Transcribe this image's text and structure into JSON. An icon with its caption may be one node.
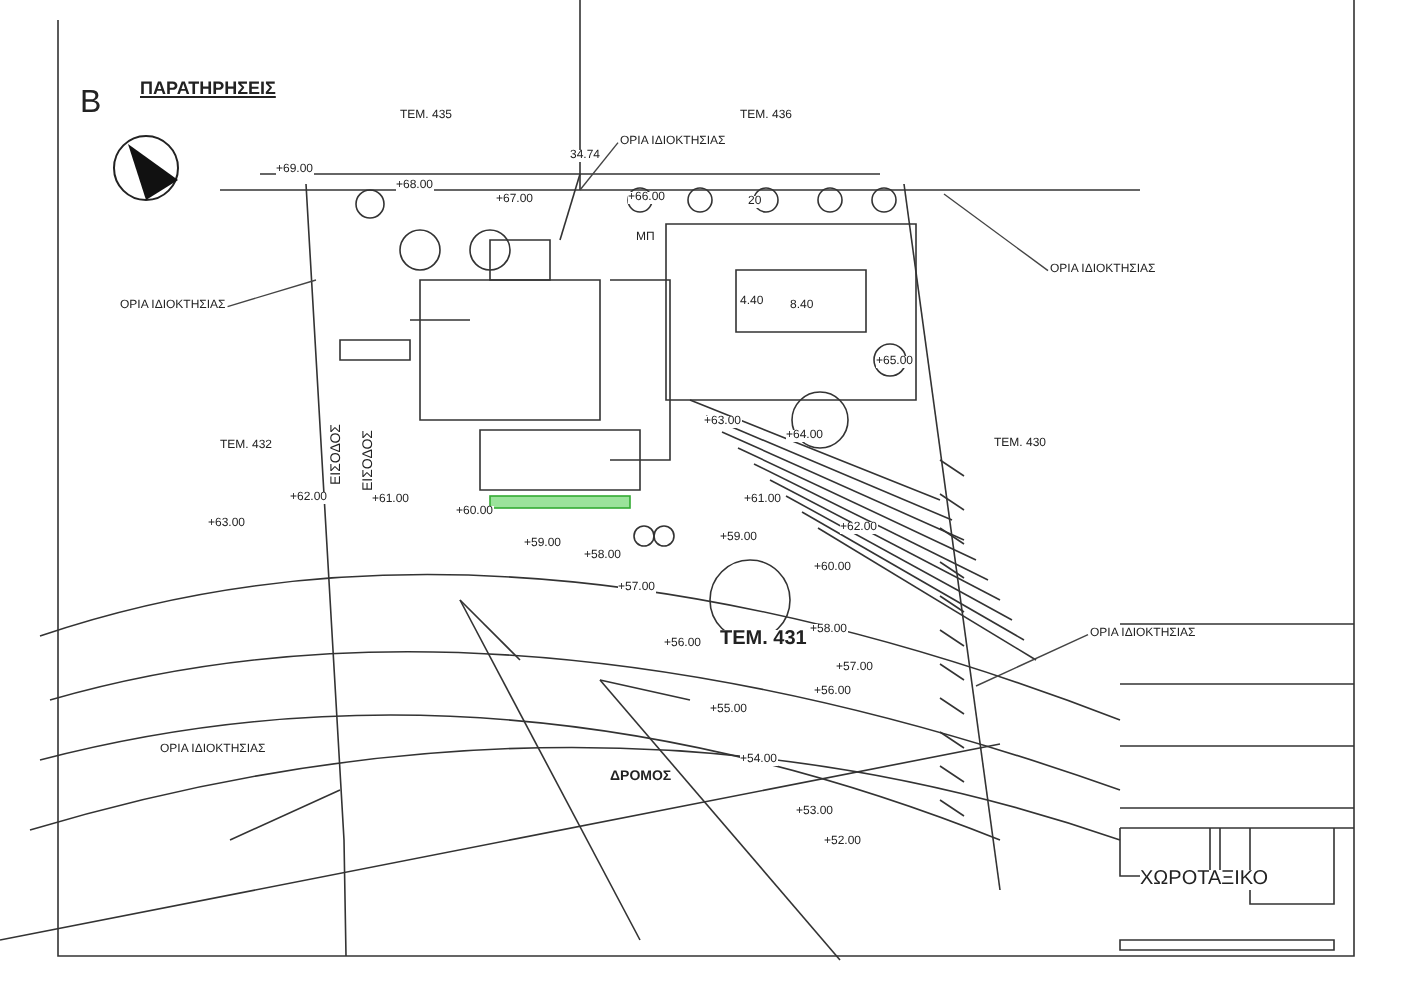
{
  "diagram": {
    "nodes": [
      {
        "text": [
          "ΟΡΙΑ ΙΔΙΟΚΤΗΣΙΑΣ"
        ]
      },
      {
        "text": [
          "ΟΡΙΑ ΙΔΙΟΚΤΗΣΙΑΣ"
        ]
      },
      {
        "text": [
          "ΟΡΙΑ ΙΔΙΟΚΤΗΣΙΑΣ"
        ]
      },
      {
        "text": [
          "ΟΡΙΑ ΙΔΙΟΚΤΗΣΙΑΣ"
        ]
      }
    ],
    "edges": [
      {
        "from": 0,
        "to": null,
        "arrow": "none"
      },
      {
        "from": 1,
        "to": null,
        "arrow": "none"
      },
      {
        "from": 2,
        "to": null,
        "arrow": "none"
      },
      {
        "from": 3,
        "to": null,
        "arrow": "none"
      }
    ],
    "labels": [
      "ΠΑΡΑΤΗΡΗΣΕΙΣ",
      "Β",
      "ΤΕΜ. 435",
      "ΤΕΜ. 436",
      "34.74",
      "+69.00",
      "+68.00",
      "+67.00",
      "+66.00",
      "20",
      "ΜΠ",
      "4.40",
      "8.40",
      "+65.00",
      "ΤΕΜ. 432",
      "+63.00",
      "+64.00",
      "ΤΕΜ. 430",
      "+62.00",
      "+61.00",
      "ΕΙΣΟΔΟΣ",
      "ΕΙΣΟΔΟΣ",
      "+60.00",
      "+61.00",
      "+62.00",
      "+63.00",
      "+59.00",
      "+59.00",
      "+58.00",
      "+60.00",
      "+57.00",
      "+58.00",
      "ΤΕΜ. 431",
      "+56.00",
      "+57.00",
      "+56.00",
      "+55.00",
      "ΟΡΙΑ ΙΔΙΟΚΤΗΣΙΑΣ",
      "ΔΡΟΜΟΣ",
      "+54.00",
      "+53.00",
      "+52.00",
      "ΧΩΡΟΤΑΞΙΚΟ"
    ]
  }
}
